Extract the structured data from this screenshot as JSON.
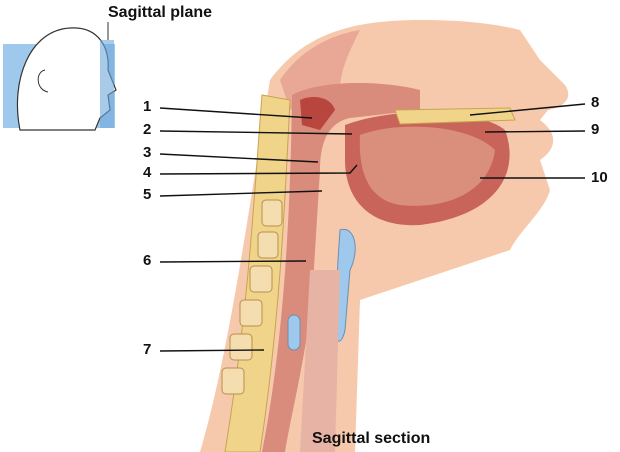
{
  "inset": {
    "label": "Sagittal plane"
  },
  "caption": "Sagittal section",
  "labels": [
    "1",
    "2",
    "3",
    "4",
    "5",
    "6",
    "7",
    "8",
    "9",
    "10"
  ],
  "colors": {
    "tissue": "#d98b7c",
    "bone": "#f0d48a",
    "muscle": "#c9645a",
    "skin": "#f6c9ad",
    "plane": "#9fc9ec"
  }
}
